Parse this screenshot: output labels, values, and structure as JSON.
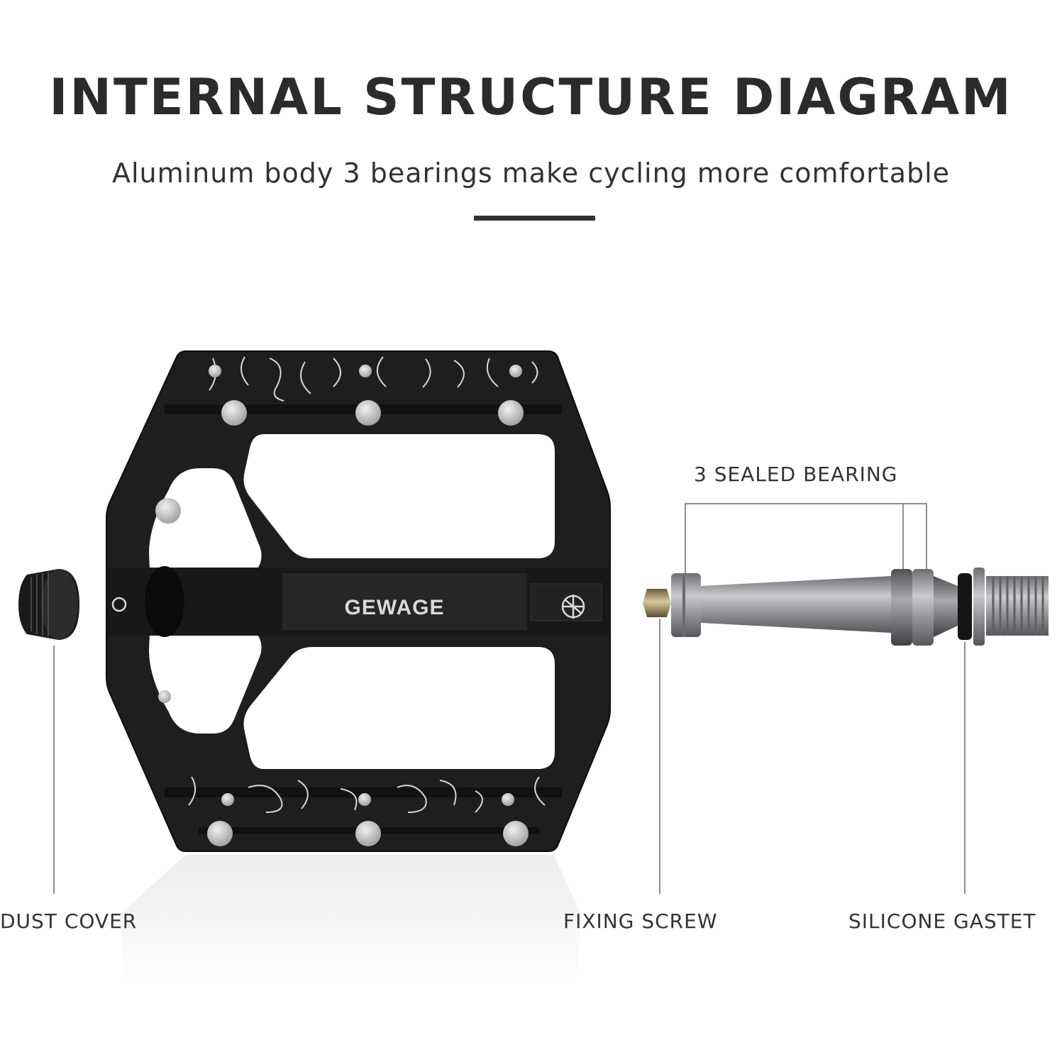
{
  "header": {
    "title": "INTERNAL STRUCTURE DIAGRAM",
    "subtitle": "Aluminum body 3 bearings make cycling more comfortable"
  },
  "pedal": {
    "brand": "GEWAGE",
    "body_color": "#1c1c1e",
    "pin_color": "#b9b9bb"
  },
  "callouts": {
    "bearing": "3 SEALED BEARING",
    "dust_cover": "DUST COVER",
    "fixing_screw": "FIXING SCREW",
    "silicone_gasket": "SILICONE GASTET"
  },
  "colors": {
    "text": "#333333",
    "leader_line": "#6a6a6a",
    "spindle": "#8e9094"
  }
}
